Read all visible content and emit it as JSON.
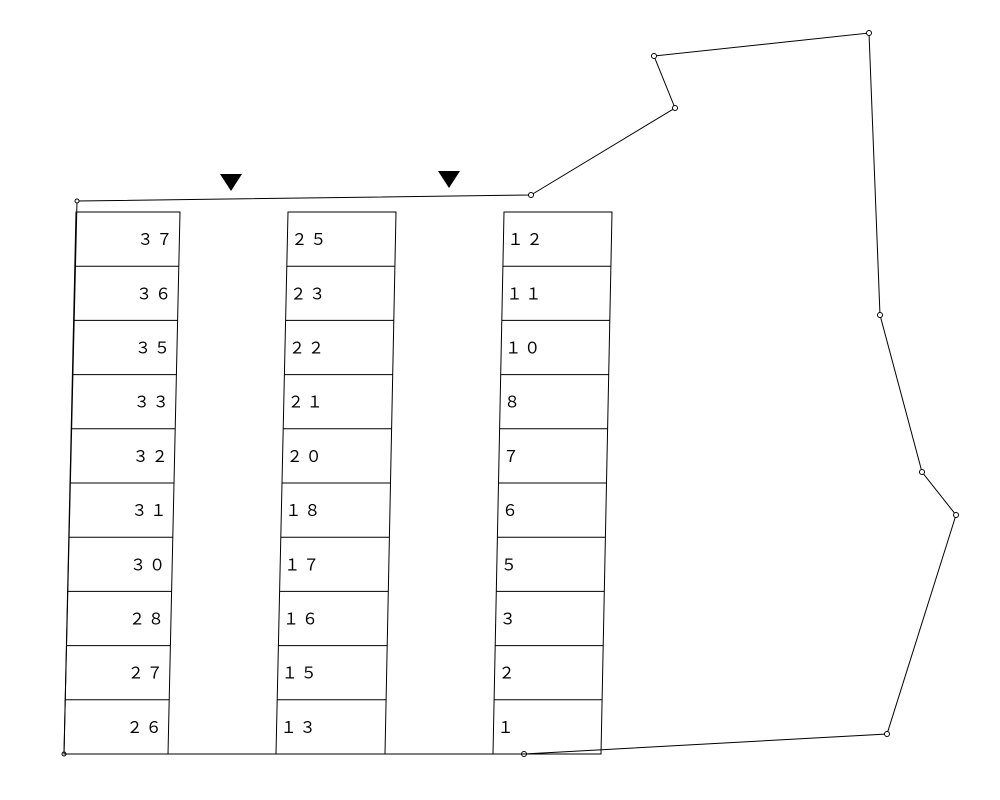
{
  "lot": {
    "stroke_color": "#000000",
    "background_color": "#ffffff",
    "entrance_markers": [
      {
        "name": "entrance-arrow-1",
        "icon": "down-triangle-icon"
      },
      {
        "name": "entrance-arrow-2",
        "icon": "down-triangle-icon"
      }
    ]
  },
  "stall_columns": [
    {
      "name": "left-column",
      "label_align": "right",
      "stalls": [
        "３７",
        "３６",
        "３５",
        "３３",
        "３２",
        "３１",
        "３０",
        "２８",
        "２７",
        "２６"
      ]
    },
    {
      "name": "middle-column",
      "label_align": "left",
      "stalls": [
        "２５",
        "２３",
        "２２",
        "２１",
        "２０",
        "１８",
        "１７",
        "１６",
        "１５",
        "１３"
      ]
    },
    {
      "name": "right-column",
      "label_align": "left",
      "stalls": [
        "１２",
        "１１",
        "１０",
        "８",
        "７",
        "６",
        "５",
        "３",
        "２",
        "１"
      ]
    }
  ]
}
